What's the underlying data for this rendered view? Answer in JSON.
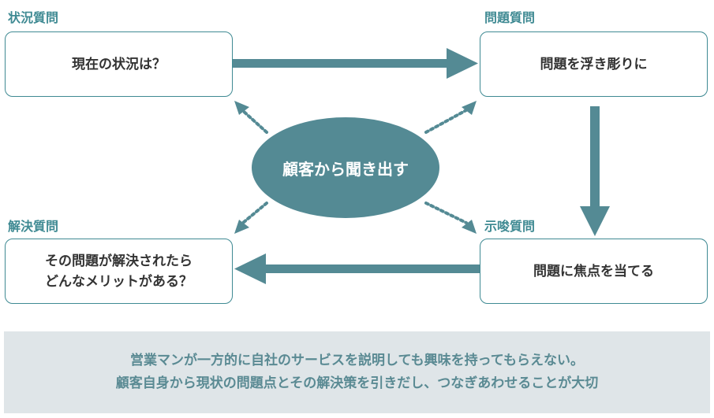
{
  "labels": {
    "situation": "状況質問",
    "problem": "問題質問",
    "solution": "解決質問",
    "implication": "示唆質問"
  },
  "boxes": {
    "situation": "現在の状況は？",
    "problem": "問題を浮き彫りに",
    "solution_line1": "その問題が解決されたら",
    "solution_line2": "どんなメリットがある？",
    "implication": "問題に焦点を当てる"
  },
  "center": "顧客から聞き出す",
  "note": {
    "line1": "営業マンが一方的に自社のサービスを説明しても興味を持ってもらえない。",
    "line2": "顧客自身から現状の問題点とその解決策を引きだし、つなぎあわせることが大切"
  },
  "colors": {
    "accent": "#3f8a93",
    "ellipse": "#548a94",
    "note_bg": "#dfe5e8"
  }
}
